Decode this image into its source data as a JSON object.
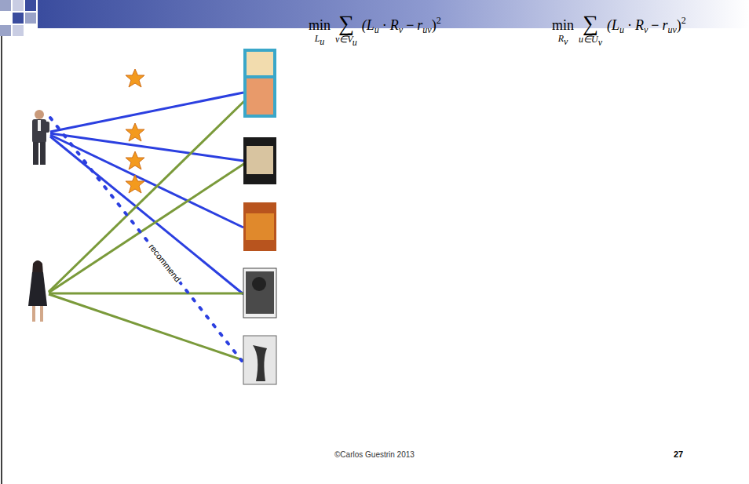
{
  "diagram": {
    "labels": [
      "min",
      "L",
      "u",
      "∑",
      "v∈V",
      "u",
      "(L",
      "u",
      "·",
      "R",
      "v",
      "−",
      "r",
      "uv",
      ")",
      "2",
      "min",
      "R",
      "v",
      "∑",
      "u∈U",
      "v",
      "(L",
      "u",
      "·",
      "R",
      "v",
      "−",
      "r",
      "uv",
      ")",
      "2",
      "recommend",
      "©Carlos Guestrin 2013",
      "27"
    ]
  }
}
